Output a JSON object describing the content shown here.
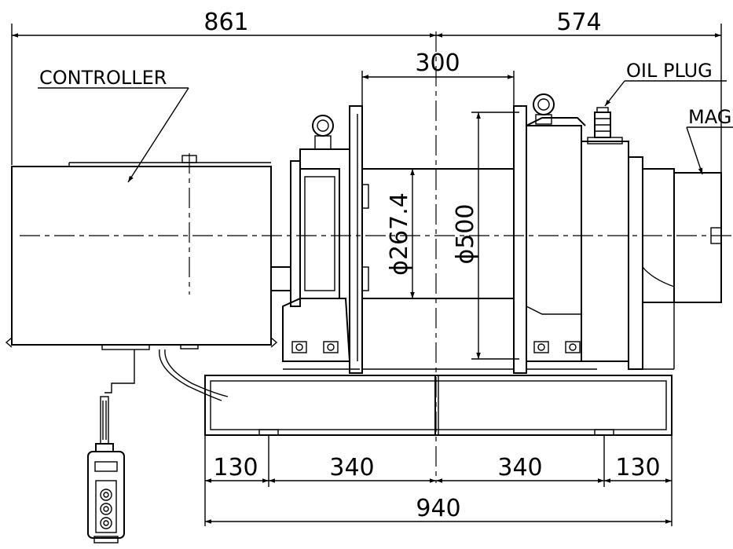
{
  "labels": {
    "controller": "CONTROLLER",
    "oil_plug": "OIL PLUG",
    "mag": "MAG"
  },
  "dimensions": {
    "left_length": "861",
    "right_length": "574",
    "drum_width": "300",
    "drum_diameter": "ϕ267.4",
    "flange_diameter": "ϕ500",
    "base_seg_1": "130",
    "base_seg_2": "340",
    "base_seg_3": "340",
    "base_seg_4": "130",
    "base_total": "940"
  }
}
